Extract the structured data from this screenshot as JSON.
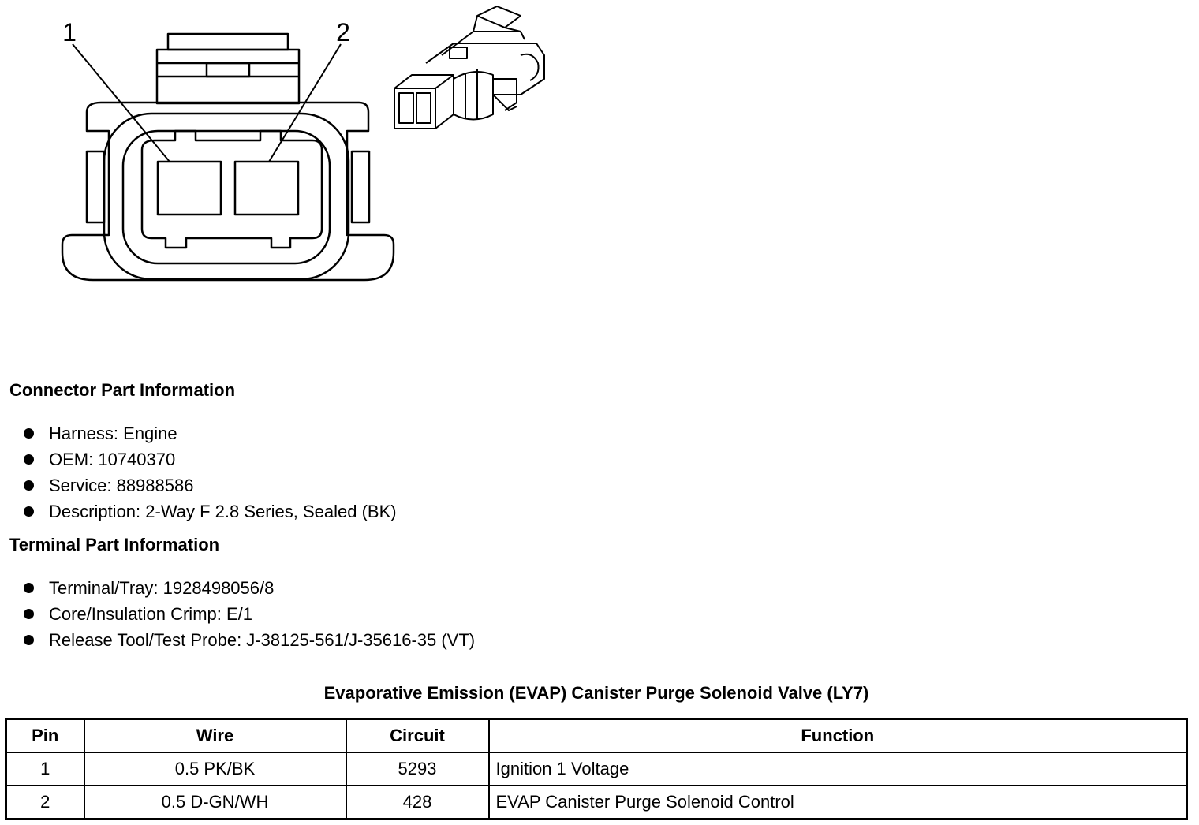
{
  "diagram": {
    "callouts": [
      {
        "label": "1"
      },
      {
        "label": "2"
      }
    ]
  },
  "connector_info": {
    "heading": "Connector Part Information",
    "items": [
      "Harness: Engine",
      "OEM: 10740370",
      "Service: 88988586",
      "Description: 2-Way F 2.8 Series, Sealed (BK)"
    ]
  },
  "terminal_info": {
    "heading": "Terminal Part Information",
    "items": [
      "Terminal/Tray: 1928498056/8",
      "Core/Insulation Crimp: E/1",
      "Release Tool/Test Probe: J-38125-561/J-35616-35 (VT)"
    ]
  },
  "pin_table": {
    "title": "Evaporative Emission (EVAP) Canister Purge Solenoid Valve (LY7)",
    "headers": [
      "Pin",
      "Wire",
      "Circuit",
      "Function"
    ],
    "rows": [
      [
        "1",
        "0.5 PK/BK",
        "5293",
        "Ignition 1 Voltage"
      ],
      [
        "2",
        "0.5 D-GN/WH",
        "428",
        "EVAP Canister Purge Solenoid Control"
      ]
    ]
  }
}
